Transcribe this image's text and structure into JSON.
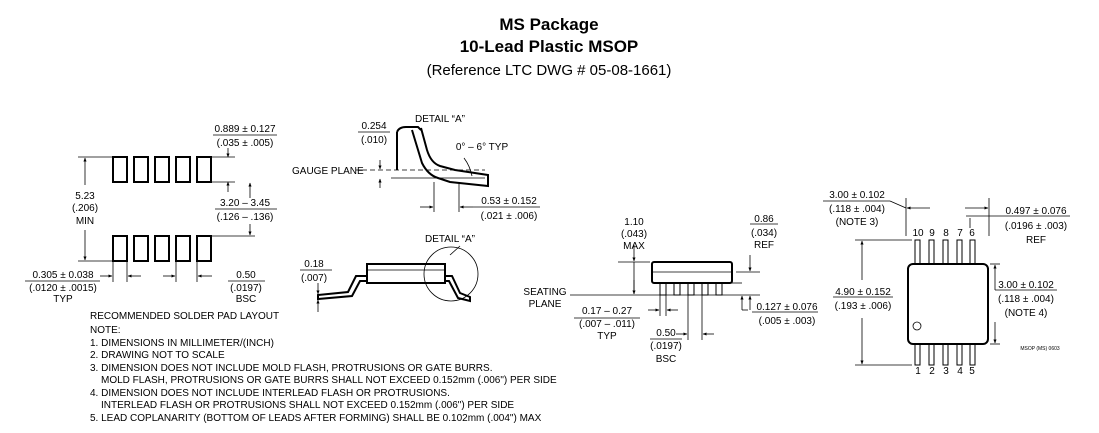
{
  "title": {
    "line1": "MS Package",
    "line2": "10-Lead Plastic MSOP",
    "reference": "(Reference LTC DWG # 05-08-1661)"
  },
  "solder_pad": {
    "pad_width": "0.889 ± 0.127",
    "pad_width_inch": "(.035 ± .005)",
    "row_span": "5.23",
    "row_span_inch": "(.206)",
    "row_span_note": "MIN",
    "pad_gap": "3.20 – 3.45",
    "pad_gap_inch": "(.126 – .136)",
    "pad_size": "0.305 ± 0.038",
    "pad_size_inch": "(.0120 ± .0015)",
    "pad_size_note": "TYP",
    "pitch": "0.50",
    "pitch_inch": "(.0197)",
    "pitch_note": "BSC",
    "caption": "RECOMMENDED SOLDER PAD LAYOUT"
  },
  "detail_a_top": {
    "label": "DETAIL “A”",
    "lead_thickness": "0.254",
    "lead_thickness_inch": "(.010)",
    "angle": "0° – 6° TYP",
    "gauge_plane": "GAUGE PLANE",
    "foot_length": "0.53 ± 0.152",
    "foot_length_inch": "(.021 ± .006)"
  },
  "detail_a_side": {
    "label": "DETAIL “A”",
    "standoff": "0.18",
    "standoff_inch": "(.007)"
  },
  "side_view": {
    "height": "1.10",
    "height_inch": "(.043)",
    "height_note": "MAX",
    "ref_height": "0.86",
    "ref_height_inch": "(.034)",
    "ref_note": "REF",
    "seating_plane_1": "SEATING",
    "seating_plane_2": "PLANE",
    "lead_width": "0.17 – 0.27",
    "lead_width_inch": "(.007 – .011)",
    "lead_width_note": "TYP",
    "lead_pitch": "0.50",
    "lead_pitch_inch": "(.0197)",
    "lead_pitch_note": "BSC",
    "standoff": "0.127 ± 0.076",
    "standoff_inch": "(.005 ± .003)"
  },
  "top_view": {
    "span": "3.00 ± 0.102",
    "span_inch": "(.118 ± .004)",
    "span_note": "(NOTE 3)",
    "lead_ref": "0.497 ± 0.076",
    "lead_ref_inch": "(.0196 ± .003)",
    "lead_ref_note": "REF",
    "overall_width": "4.90 ± 0.152",
    "overall_width_inch": "(.193 ± .006)",
    "body_width": "3.00 ± 0.102",
    "body_width_inch": "(.118 ± .004)",
    "body_width_note": "(NOTE 4)",
    "pins_top": [
      "10",
      "9",
      "8",
      "7",
      "6"
    ],
    "pins_bottom": [
      "1",
      "2",
      "3",
      "4",
      "5"
    ],
    "drawing_id": "MSOP (MS) 0603"
  },
  "notes": {
    "heading": "NOTE:",
    "items": [
      "1. DIMENSIONS IN MILLIMETER/(INCH)",
      "2. DRAWING NOT TO SCALE",
      "3. DIMENSION DOES NOT INCLUDE MOLD FLASH, PROTRUSIONS OR GATE BURRS.",
      "MOLD FLASH, PROTRUSIONS OR GATE BURRS SHALL NOT EXCEED 0.152mm (.006\") PER SIDE",
      "4. DIMENSION DOES NOT INCLUDE INTERLEAD FLASH OR PROTRUSIONS.",
      "INTERLEAD FLASH OR PROTRUSIONS SHALL NOT EXCEED 0.152mm (.006\") PER SIDE",
      "5. LEAD COPLANARITY (BOTTOM OF LEADS AFTER FORMING) SHALL BE 0.102mm (.004\") MAX"
    ]
  }
}
